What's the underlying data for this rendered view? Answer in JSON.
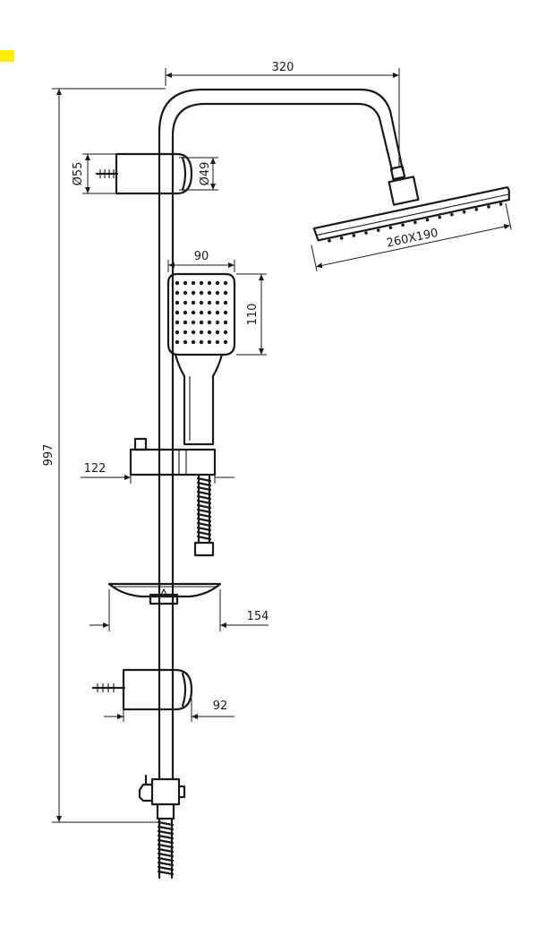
{
  "highlight_color": "#ffee00",
  "line_color": "#1a1a1a",
  "dimensions": {
    "total_height": "997",
    "arm_width": "320",
    "head_size": "260X190",
    "bracket_diameter_wall": "Ø55",
    "bracket_diameter_pipe": "Ø49",
    "hand_width": "90",
    "hand_height": "110",
    "slider_length": "122",
    "soap_dish_width": "154",
    "lower_bracket_depth": "92"
  }
}
